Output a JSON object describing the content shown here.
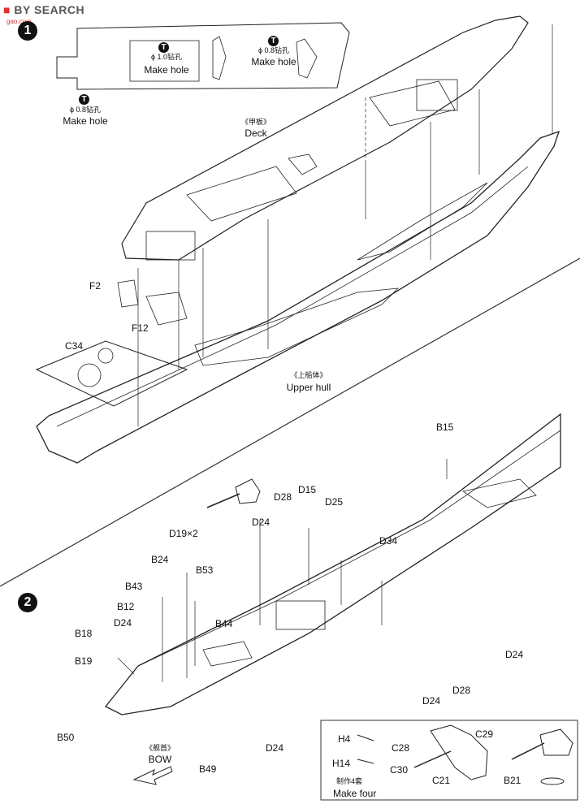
{
  "watermark": {
    "brand": "BY SEARCH",
    "sub": "gao.com"
  },
  "steps": {
    "step1": "1",
    "step2": "2"
  },
  "labels": {
    "hole_10": "ϕ 1.0钻孔",
    "hole_10_en": "Make hole",
    "hole_08a": "ϕ 0.8钻孔",
    "hole_08a_en": "Make hole",
    "hole_08b": "ϕ 0.8钻孔",
    "hole_08b_en": "Make hole",
    "deck_cn": "《甲板》",
    "deck_en": "Deck",
    "upper_hull_cn": "《上船体》",
    "upper_hull_en": "Upper hull",
    "bow_cn": "《舰首》",
    "bow_en": "BOW",
    "make_four_cn": "制作4套",
    "make_four_en": "Make four",
    "t_icon": "T"
  },
  "parts": {
    "F2": "F2",
    "F12": "F12",
    "C34": "C34",
    "B15": "B15",
    "D28a": "D28",
    "D15": "D15",
    "D25": "D25",
    "D24a": "D24",
    "D34": "D34",
    "D19": "D19×2",
    "B24": "B24",
    "B53": "B53",
    "B43": "B43",
    "B12": "B12",
    "D24b": "D24",
    "B44": "B44",
    "B18": "B18",
    "B19": "B19",
    "D24c": "D24",
    "D24d": "D24",
    "D28b": "D28",
    "D24e": "D24",
    "B50": "B50",
    "B49": "B49",
    "H4": "H4",
    "H14": "H14",
    "C28": "C28",
    "C29": "C29",
    "C30": "C30",
    "C21": "C21",
    "B21": "B21"
  }
}
